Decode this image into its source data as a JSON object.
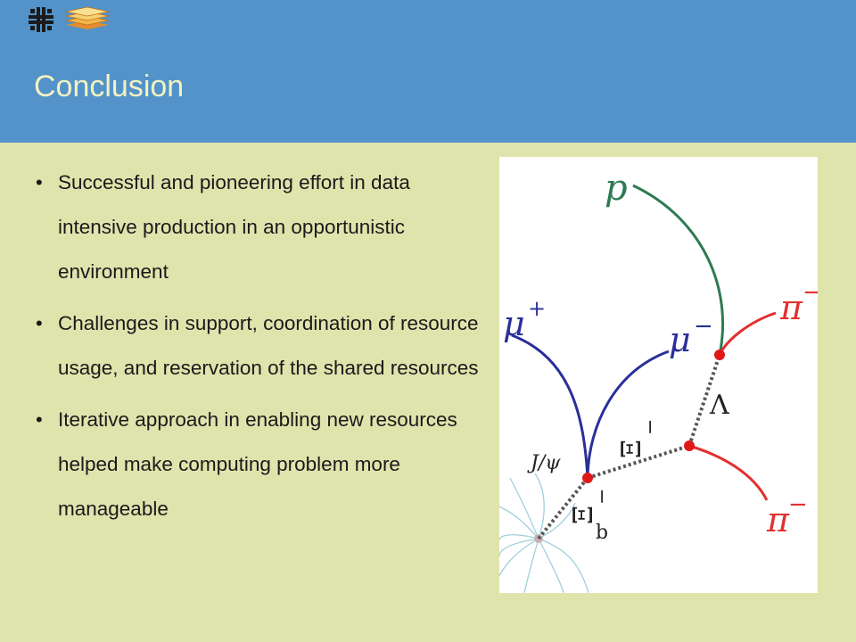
{
  "slide": {
    "title": "Conclusion",
    "bullets": [
      "Successful and pioneering effort in data intensive production in an opportunistic environment",
      "Challenges in support, coordination of resource usage, and reservation of the shared resources",
      "Iterative approach in enabling new resources helped make computing problem more manageable"
    ]
  },
  "diagram": {
    "labels": {
      "proton": "p",
      "mu_plus": "μ",
      "mu_plus_sup": "+",
      "mu_minus": "μ",
      "mu_minus_sup": "−",
      "pi_top": "π",
      "pi_top_sup": "−",
      "pi_bottom": "π",
      "pi_bottom_sup": "−",
      "lambda": "Λ",
      "xi": "Ξ",
      "xi_sup": "−",
      "xib": "Ξ",
      "xib_sup": "−",
      "xib_sub": "b",
      "jpsi": "J/ψ"
    },
    "colors": {
      "proton": "#2e7a52",
      "muon": "#2a2f9a",
      "pion": "#e23030",
      "vertex": "#e01818",
      "dotted": "#555555",
      "background_tracks": "#9fd0dc"
    }
  },
  "colors": {
    "header": "#5393c9",
    "background": "#dfe4ad",
    "title": "#f2f2c2"
  }
}
